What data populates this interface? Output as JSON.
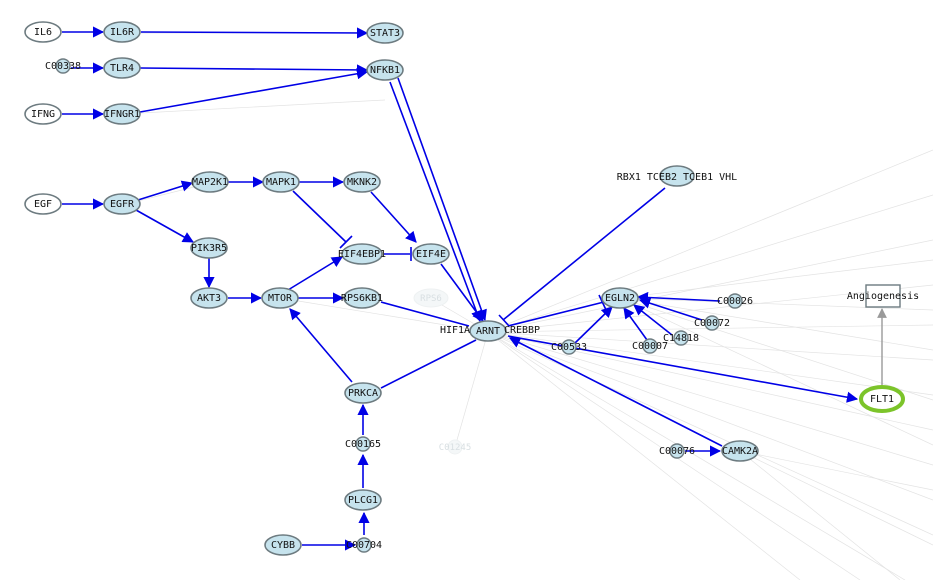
{
  "nodes": {
    "il6": "IL6",
    "il6r": "IL6R",
    "stat3": "STAT3",
    "c00338": "C00338",
    "tlr4": "TLR4",
    "nfkb1": "NFKB1",
    "ifng": "IFNG",
    "ifngr1": "IFNGR1",
    "egf": "EGF",
    "egfr": "EGFR",
    "map2k1": "MAP2K1",
    "mapk1": "MAPK1",
    "mknk2": "MKNK2",
    "pik3r5": "PIK3R5",
    "eif4ebp1": "EIF4EBP1",
    "eif4e": "EIF4E",
    "akt3": "AKT3",
    "mtor": "MTOR",
    "rps6kb1": "RPS6KB1",
    "rps6": "RPS6",
    "hif1a": "HIF1A",
    "arnt": "ARNT",
    "crebbp": "CREBBP",
    "vhl_complex": "RBX1 TCEB2 TCEB1 VHL",
    "egln2": "EGLN2",
    "c00026": "C00026",
    "c00072": "C00072",
    "c14818": "C14818",
    "c00007": "C00007",
    "c00533": "C00533",
    "angiogenesis": "Angiogenesis",
    "flt1": "FLT1",
    "prkca": "PRKCA",
    "c00165": "C00165",
    "c01245": "C01245",
    "plcg1": "PLCG1",
    "cybb": "CYBB",
    "c00704": "C00704",
    "c00076": "C00076",
    "camk2a": "CAMK2A"
  },
  "colors": {
    "edge": "#0000e6",
    "node_fill": "#c6e3ed",
    "node_stroke": "#6d7b80",
    "highlight": "#7cc42a",
    "faint_edge": "#e3e3e3"
  }
}
